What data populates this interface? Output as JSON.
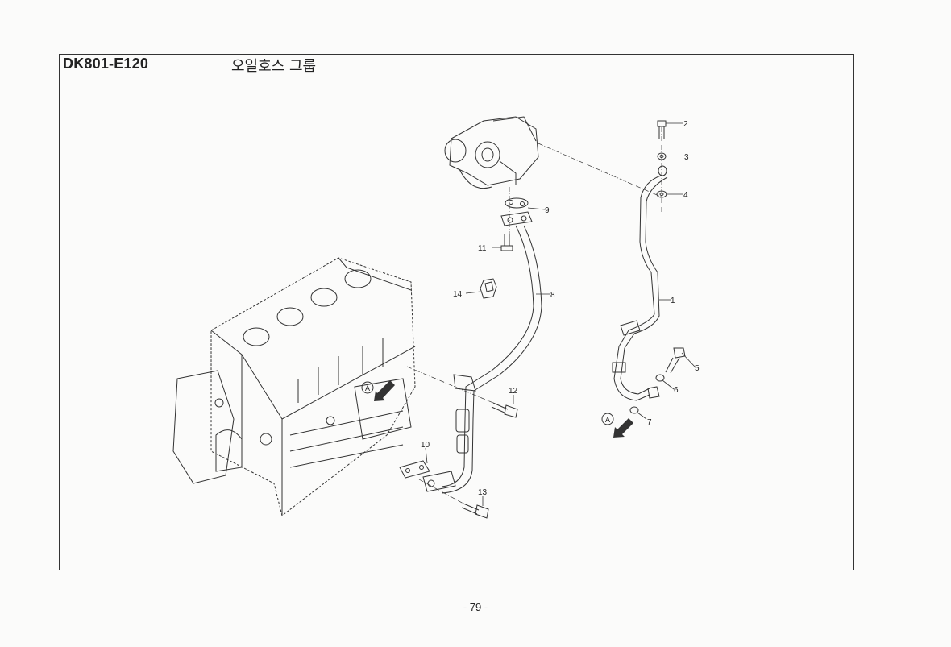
{
  "header": {
    "code": "DK801-E120",
    "name": "오일호스 그룹"
  },
  "callouts": [
    {
      "id": "c1",
      "label": "1"
    },
    {
      "id": "c2",
      "label": "2"
    },
    {
      "id": "c3",
      "label": "3"
    },
    {
      "id": "c4",
      "label": "4"
    },
    {
      "id": "c5",
      "label": "5"
    },
    {
      "id": "c6",
      "label": "6"
    },
    {
      "id": "c7",
      "label": "7"
    },
    {
      "id": "c8",
      "label": "8"
    },
    {
      "id": "c9",
      "label": "9"
    },
    {
      "id": "c10",
      "label": "10"
    },
    {
      "id": "c11",
      "label": "11"
    },
    {
      "id": "c12",
      "label": "12"
    },
    {
      "id": "c13",
      "label": "13"
    },
    {
      "id": "c14",
      "label": "14"
    }
  ],
  "markers": {
    "ref_a": "A"
  },
  "footer": {
    "page": "- 79 -"
  }
}
